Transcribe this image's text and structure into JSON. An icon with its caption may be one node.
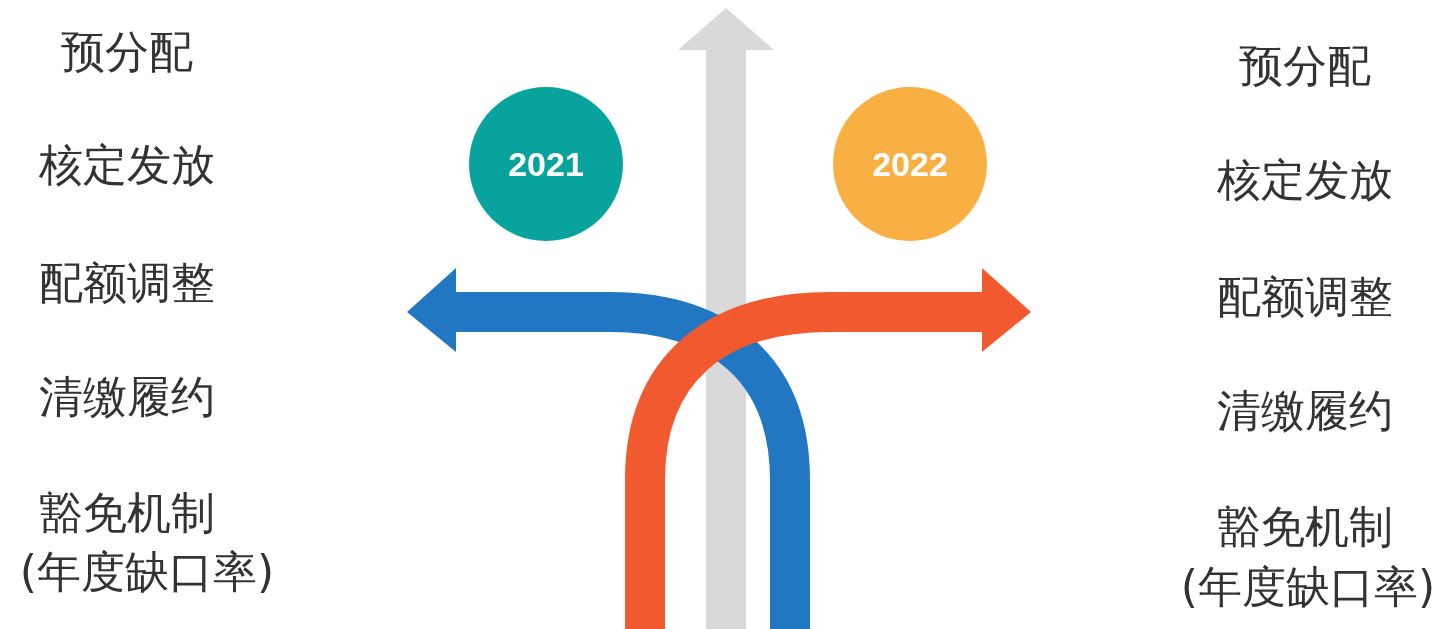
{
  "diagram": {
    "nodes": [
      {
        "text": [
          "2021"
        ]
      },
      {
        "text": [
          "2022"
        ]
      }
    ],
    "labels": [
      "预分配",
      "核定发放",
      "配额调整",
      "清缴履约",
      "豁免机制",
      "(年度缺口率)",
      "预分配",
      "核定发放",
      "配额调整",
      "清缴履约",
      "豁免机制",
      "(年度缺口率)"
    ]
  }
}
